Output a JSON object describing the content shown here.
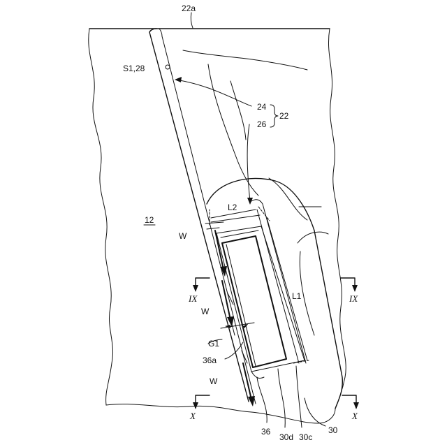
{
  "labels": {
    "ref_22a": "22a",
    "ref_s1_28": "S1,28",
    "ref_24": "24",
    "ref_22": "22",
    "ref_26": "26",
    "ref_12": "12",
    "ref_l2": "L2",
    "ref_l1": "L1",
    "flow_w_1": "W",
    "flow_w_2": "W",
    "flow_w_3": "W",
    "ref_g1": "G1",
    "ref_36a": "36a",
    "ref_36": "36",
    "ref_30d": "30d",
    "ref_30c": "30c",
    "ref_30": "30",
    "section_ix_left": "IX",
    "section_ix_right": "IX",
    "section_x_left": "X",
    "section_x_right": "X"
  }
}
